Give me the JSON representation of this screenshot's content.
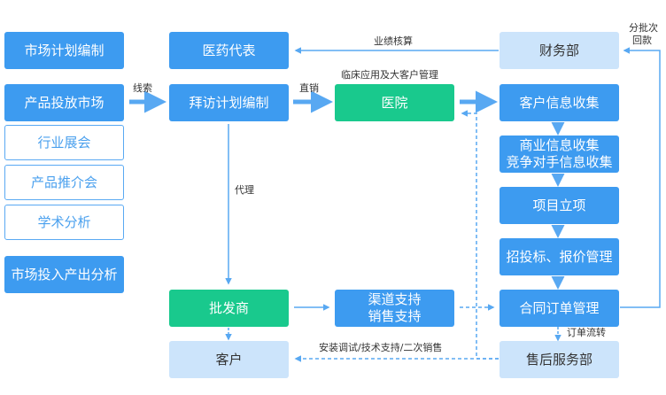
{
  "colors": {
    "primary": "#3d9bf0",
    "hospital": "#19c98d",
    "pale": "#cce4fb",
    "outline": "#59a9f3",
    "arrow": "#58a8f2"
  },
  "left_column": {
    "market_plan": "市场计划编制",
    "product_market": "产品投放市场",
    "industry_expo": "行业展会",
    "product_promo": "产品推介会",
    "academic": "学术分析",
    "io_analysis": "市场投入产出分析"
  },
  "nodes": {
    "med_rep": "医药代表",
    "visit_plan": "拜访计划编制",
    "hospital": "医院",
    "finance": "财务部",
    "wholesaler": "批发商",
    "channel_support_1": "渠道支持",
    "channel_support_2": "销售支持",
    "customer": "客户",
    "client_info": "客户信息收集",
    "biz_info_1": "商业信息收集",
    "biz_info_2": "竞争对手信息收集",
    "project": "项目立项",
    "bidding": "招投标、报价管理",
    "contract": "合同订单管理",
    "after_sales": "售后服务部"
  },
  "labels": {
    "clue": "线索",
    "direct": "直销",
    "clinical": "临床应用及大客户管理",
    "performance": "业绩核算",
    "installment_1": "分批次",
    "installment_2": "回款",
    "agent": "代理",
    "order_flow": "订单流转",
    "service": "安装调试/技术支持/二次销售"
  }
}
